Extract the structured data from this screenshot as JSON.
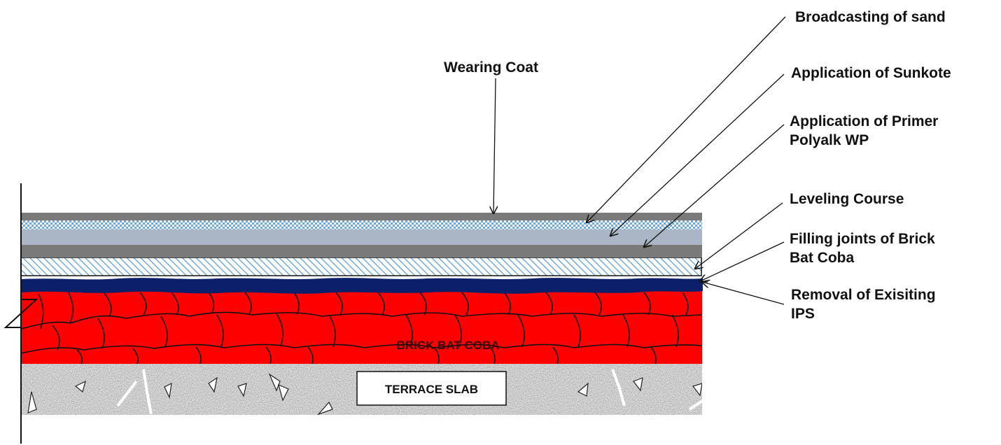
{
  "labels": {
    "wearing_coat": "Wearing Coat",
    "broadcasting": "Broadcasting of sand",
    "sunkote": "Application of Sunkote",
    "primer_line1": "Application of Primer",
    "primer_line2": "Polyalk WP",
    "leveling": "Leveling Course",
    "filling_line1": "Filling joints of Brick",
    "filling_line2": "Bat Coba",
    "removal_line1": "Removal of Exisiting",
    "removal_line2": "IPS"
  },
  "layers": {
    "brick_bat_coba": "BRICK BAT COBA",
    "terrace_slab": "TERRACE SLAB"
  },
  "colors": {
    "wearing_coat": "#7a7a7a",
    "sand": "#6fa8dc",
    "sunkote": "#aab6c6",
    "leveling_hatch": "#5b9bd5",
    "ips_removal": "#0b1f6b",
    "brick": "#ff0000",
    "slab": "#a9a9a9"
  }
}
